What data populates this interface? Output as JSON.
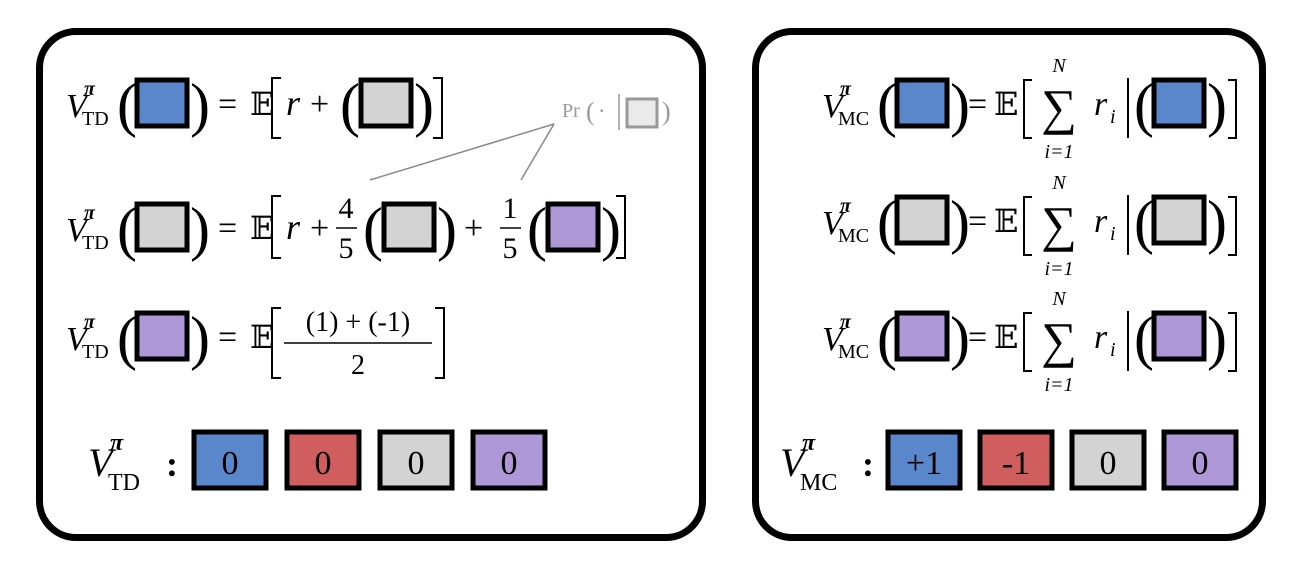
{
  "colors": {
    "blue": "#5A87CC",
    "red": "#D15E5E",
    "gray": "#D3D3D3",
    "purple": "#AE97D6",
    "faint_gray": "#EAEAEA",
    "annotation": "#999999"
  },
  "td_panel": {
    "v_symbol": "V",
    "pi": "π",
    "td_sub": "TD",
    "equals": "=",
    "expect": "𝔼",
    "r": "r",
    "plus": "+",
    "frac_4": "4",
    "frac_5a": "5",
    "frac_1": "1",
    "frac_5b": "5",
    "num_text": "(1) + (-1)",
    "den_text": "2",
    "annotation_pr": "Pr",
    "annotation_dot": "·",
    "colon": ":",
    "values": [
      "0",
      "0",
      "0",
      "0"
    ]
  },
  "mc_panel": {
    "v_symbol": "V",
    "pi": "π",
    "mc_sub": "MC",
    "equals": "=",
    "expect": "𝔼",
    "sum": "∑",
    "sum_top": "N",
    "sum_bottom": "i=1",
    "r": "r",
    "r_sub": "i",
    "colon": ":",
    "values": [
      "+1",
      "-1",
      "0",
      "0"
    ]
  }
}
